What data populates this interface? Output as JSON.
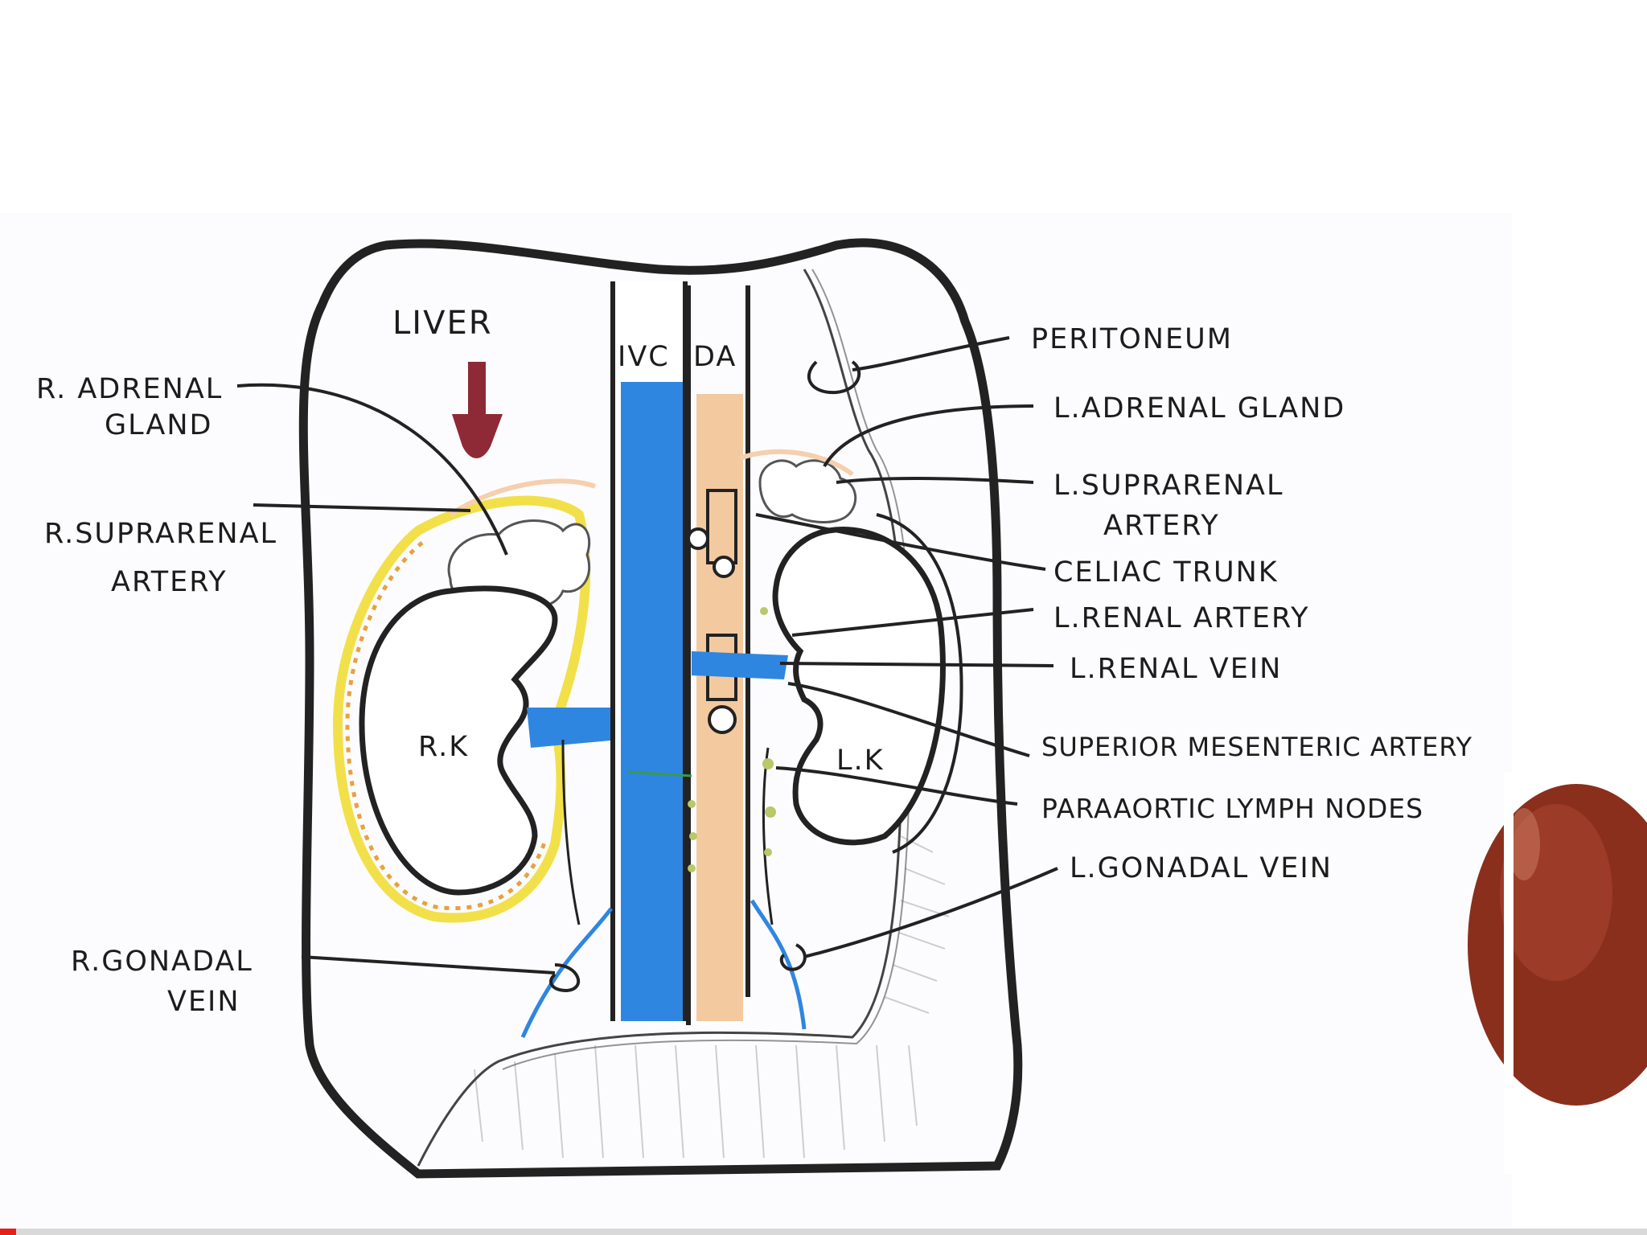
{
  "labels": {
    "liver": "LIVER",
    "ivc": "IVC",
    "da": "DA",
    "r_adrenal_gland_line1": "R. ADRENAL",
    "r_adrenal_gland_line2": "GLAND",
    "r_suprarenal_artery_line1": "R.SUPRARENAL",
    "r_suprarenal_artery_line2": "ARTERY",
    "rk": "R.K",
    "lk": "L.K",
    "r_gonadal_vein_line1": "R.GONADAL",
    "r_gonadal_vein_line2": "VEIN",
    "peritoneum": "PERITONEUM",
    "l_adrenal_gland": "L.ADRENAL GLAND",
    "l_suprarenal_artery_line1": "L.SUPRARENAL",
    "l_suprarenal_artery_line2": "ARTERY",
    "celiac_trunk": "CELIAC TRUNK",
    "l_renal_artery": "L.RENAL ARTERY",
    "l_renal_vein": "L.RENAL VEIN",
    "superior_mesenteric_artery": "SUPERIOR MESENTERIC ARTERY",
    "paraaortic_lymph_nodes": "PARAAORTIC LYMPH NODES",
    "l_gonadal_vein": "L.GONADAL VEIN"
  },
  "colors": {
    "outline": "#222222",
    "ivc_blue": "#2f86e0",
    "aorta_peach": "#f3c9a0",
    "liver_arrow": "#8e2a35",
    "fat_yellow": "#f2e04a",
    "fat_orange": "#e8a040",
    "gland_peach": "#f5cfae",
    "lymph_green": "#b8c86a",
    "bean": "#8a2f1c",
    "progress": "#e62117"
  },
  "video_progress": 0.01
}
